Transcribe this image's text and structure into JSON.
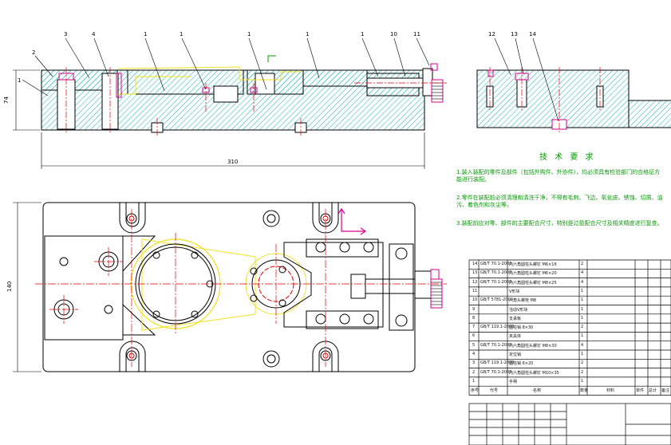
{
  "drawing": {
    "part_numbers_front": [
      "2",
      "1",
      "3",
      "4",
      "1",
      "1",
      "1",
      "1",
      "1",
      "10",
      "11"
    ],
    "part_numbers_side": [
      "12",
      "13",
      "14"
    ],
    "dimension_length": "310",
    "dimension_height": "74",
    "dimension_width": "140"
  },
  "tech_req": {
    "title": "技 术 要 求",
    "lines": [
      "1.装入装配的零件及部件（包括外购件、外协件），均必须具有检验部门的合格证方能进行装配。",
      "2.零件在装配前必须清理和清洗干净，不得有毛刺、飞边、氧化皮、锈蚀、切屑、油污、着色剂和灰尘等。",
      "3.装配前应对零、部件的主要配合尺寸，特别是过盈配合尺寸及相关精度进行复查。"
    ]
  },
  "bom": {
    "rows": [
      {
        "code": "GB/T 70.1-2008",
        "name": "内六角圆柱头螺钉 M6×16",
        "qty": "2"
      },
      {
        "code": "GB/T 70.1-2008",
        "name": "内六角圆柱头螺钉 M6×20",
        "qty": "4"
      },
      {
        "code": "GB/T 70.1-2008",
        "name": "内六角圆柱头螺钉 M8×25",
        "qty": "4"
      },
      {
        "code": "",
        "name": "V形块",
        "qty": "1"
      },
      {
        "code": "GB/T 5781-2000",
        "name": "六角头螺栓 M8",
        "qty": "1"
      },
      {
        "code": "",
        "name": "活动V形块",
        "qty": "1"
      },
      {
        "code": "",
        "name": "支承板",
        "qty": "1"
      },
      {
        "code": "GB/T 119.1-2000",
        "name": "圆柱销 8×30",
        "qty": "2"
      },
      {
        "code": "",
        "name": "夹具体",
        "qty": "1"
      },
      {
        "code": "GB/T 70.1-2008",
        "name": "内六角圆柱头螺钉 M8×30",
        "qty": "4"
      },
      {
        "code": "",
        "name": "定位销",
        "qty": "1"
      },
      {
        "code": "GB/T 119.1-2000",
        "name": "圆柱销 6×20",
        "qty": "2"
      },
      {
        "code": "GB/T 70.1-2008",
        "name": "内六角圆柱头螺钉 M10×35",
        "qty": "2"
      },
      {
        "code": "",
        "name": "手柄",
        "qty": "1"
      }
    ],
    "header": {
      "seq": "序号",
      "code": "代号",
      "name": "名称",
      "qty": "数量",
      "material": "材料",
      "unit_weight": "单件",
      "total_weight": "总计",
      "note": "备注"
    }
  },
  "colors": {
    "outline": "#000000",
    "center_line": "#e00000",
    "hatch": "#19b5b5",
    "hidden": "#f0e020",
    "annotation": "#0a9a0a",
    "accent": "#d6008f"
  }
}
